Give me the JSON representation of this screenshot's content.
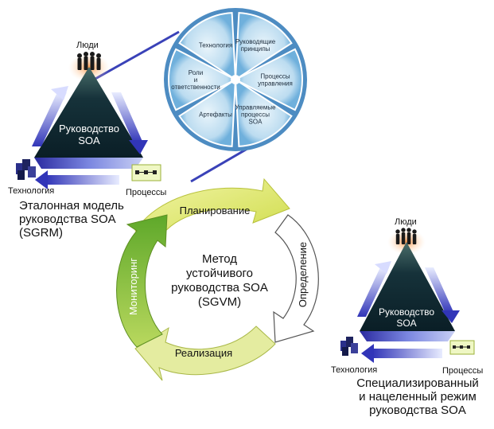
{
  "model_left": {
    "people": "Люди",
    "governance": [
      "Руководство",
      "SOA"
    ],
    "technology": "Технология",
    "processes": "Процессы",
    "caption": [
      "Эталонная модель",
      "руководства SOA",
      "(SGRM)"
    ]
  },
  "pie": {
    "segments": [
      [
        "Технология"
      ],
      [
        "Руководящие",
        "принципы"
      ],
      [
        "Процессы",
        "управления"
      ],
      [
        "Управляемые",
        "процессы",
        "SOA"
      ],
      [
        "Артефакты"
      ],
      [
        "Роли",
        "и",
        "ответственности"
      ]
    ]
  },
  "cycle": {
    "center": [
      "Метод",
      "устойчивого",
      "руководства SOA",
      "(SGVM)"
    ],
    "planning": "Планирование",
    "definition": "Определение",
    "implementation": "Реализация",
    "monitoring": "Мониторинг"
  },
  "model_right": {
    "people": "Люди",
    "governance": [
      "Руководство",
      "SOA"
    ],
    "technology": "Технология",
    "processes": "Процессы",
    "caption": [
      "Специализированный",
      "и нацеленный режим",
      "руководства SOA"
    ]
  },
  "colors": {
    "pie_blue": "#6fb0dc",
    "cycle_yellow": "#dfe86a",
    "cycle_green": "#8fc53c",
    "triangle_dark": "#0e2a33",
    "arrow_blue": "#3b3fc0"
  }
}
